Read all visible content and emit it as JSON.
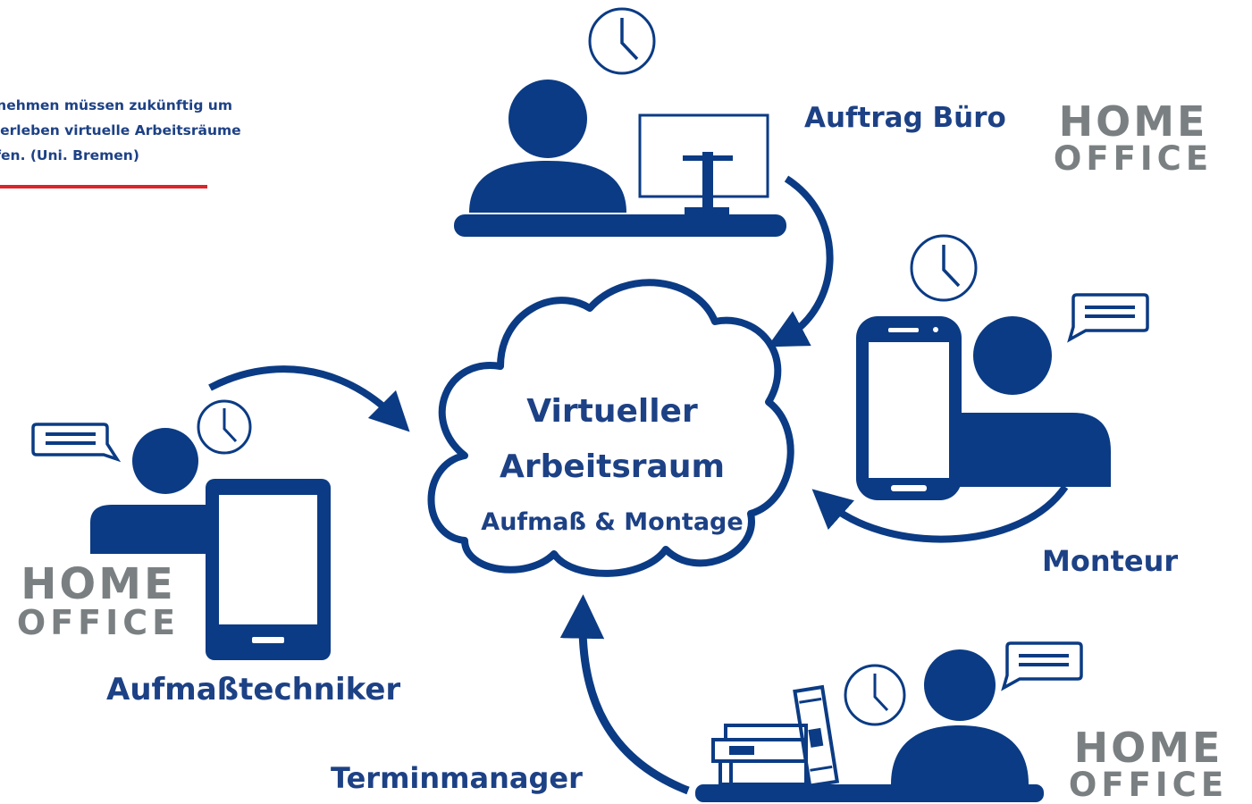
{
  "quote": {
    "line1": "ernehmen müssen zukünftig um",
    "line2": "überleben virtuelle Arbeitsräume",
    "line3": "affen. (Uni. Bremen)"
  },
  "cloud": {
    "title1": "Virtueller",
    "title2": "Arbeitsraum",
    "subtitle": "Aufmaß & Montage"
  },
  "roles": {
    "office": "Auftrag Büro",
    "fitter": "Monteur",
    "surveyor": "Aufmaßtechniker",
    "scheduler": "Terminmanager"
  },
  "home_office": {
    "line1": "HOME",
    "line2": "OFFICE"
  },
  "colors": {
    "primary": "#0b3b84",
    "text": "#1d4185",
    "accent": "#d9252b",
    "badge_gray": "#7a7f82"
  }
}
